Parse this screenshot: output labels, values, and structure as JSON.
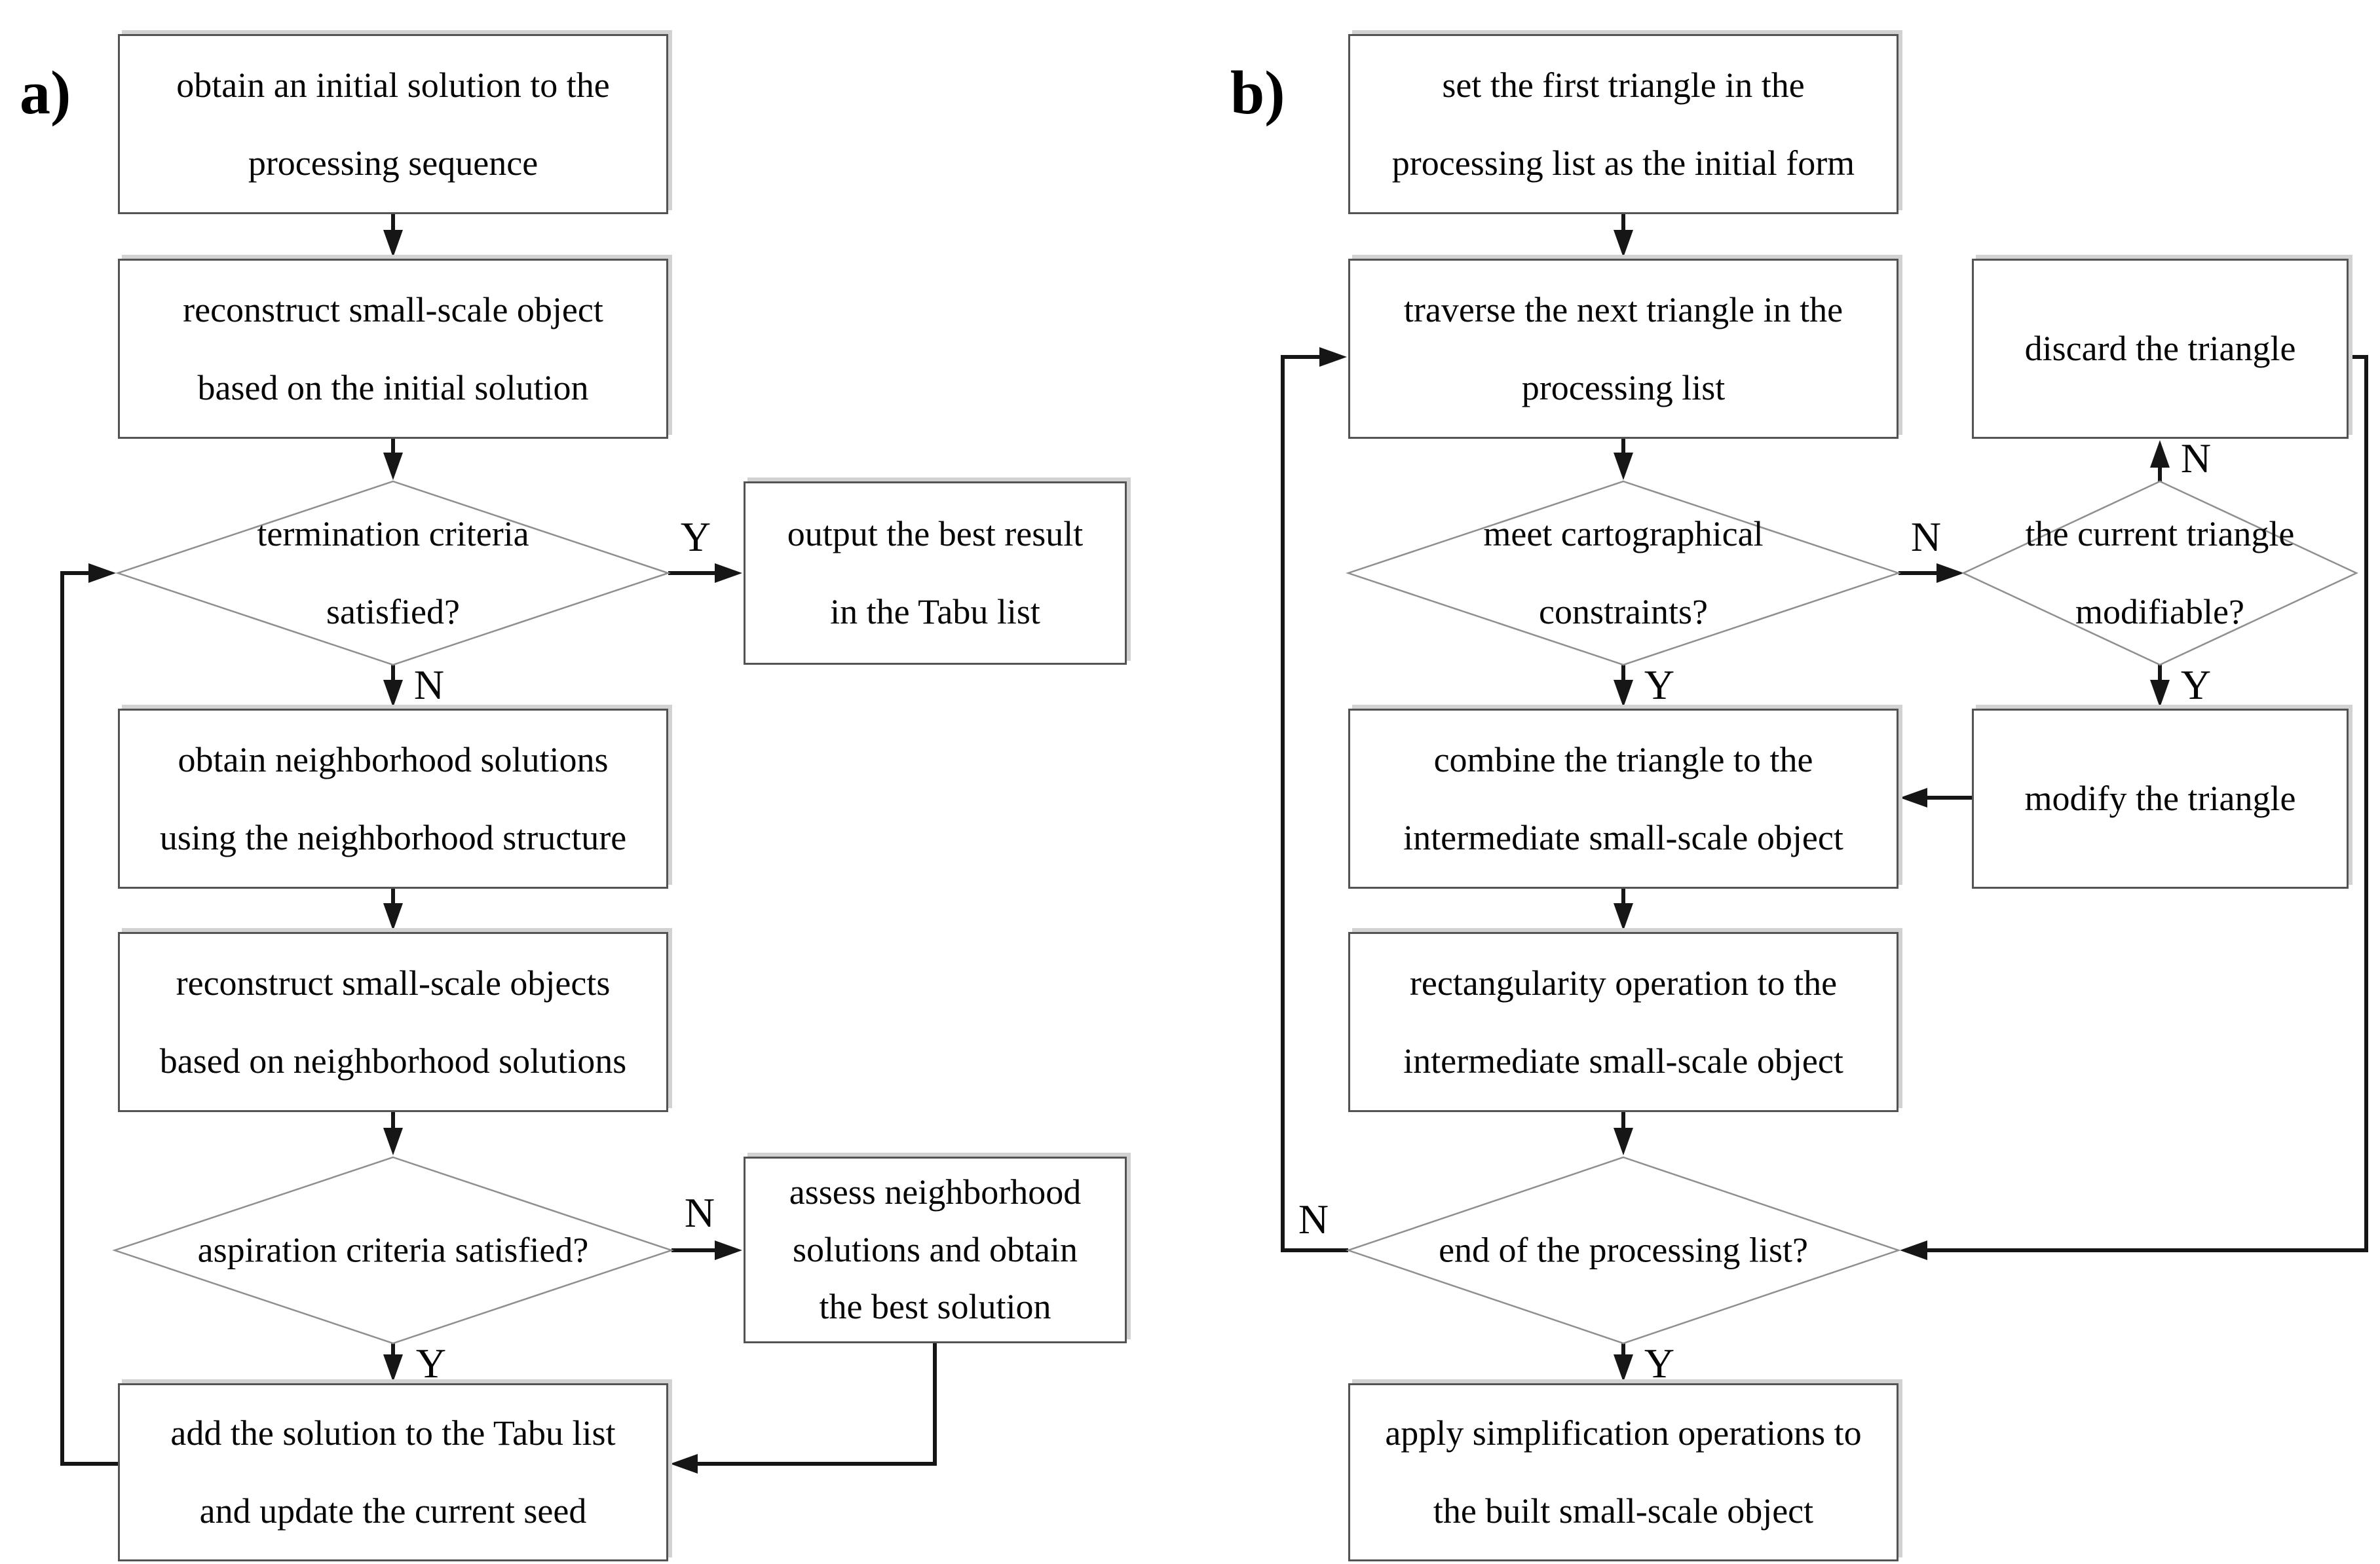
{
  "figure": {
    "panel_a": {
      "label": "a)",
      "nodes": {
        "initial": "obtain an initial solution to the\nprocessing sequence",
        "reconstruct_initial": "reconstruct small-scale object\nbased on the initial solution",
        "termination": "termination criteria\nsatisfied?",
        "output": "output  the best result\nin the Tabu list",
        "neighborhood": "obtain neighborhood solutions\nusing the neighborhood structure",
        "reconstruct_neighborhood": "reconstruct small-scale objects\nbased on neighborhood solutions",
        "aspiration": "aspiration criteria satisfied?",
        "assess": "assess neighborhood\nsolutions and obtain\nthe best solution",
        "add_tabu": "add the solution to the Tabu list\nand update the current seed"
      },
      "edges": {
        "termination_yes": "Y",
        "termination_no": "N",
        "aspiration_no": "N",
        "aspiration_yes": "Y"
      }
    },
    "panel_b": {
      "label": "b)",
      "nodes": {
        "set_first": "set the first triangle in the\nprocessing list as the initial form",
        "traverse": "traverse the next triangle in the\nprocessing list",
        "discard": "discard the triangle",
        "constraints": "meet cartographical\nconstraints?",
        "modifiable": "the current triangle\nmodifiable?",
        "combine": "combine the triangle to the\nintermediate small-scale object",
        "modify": "modify the triangle",
        "rectangularity": "rectangularity operation to the\nintermediate small-scale object",
        "end_list": "end of the processing list?",
        "simplify": "apply simplification operations to\nthe built small-scale object"
      },
      "edges": {
        "constraints_no": "N",
        "constraints_yes": "Y",
        "modifiable_no": "N",
        "modifiable_yes": "Y",
        "end_no": "N",
        "end_yes": "Y"
      }
    }
  }
}
